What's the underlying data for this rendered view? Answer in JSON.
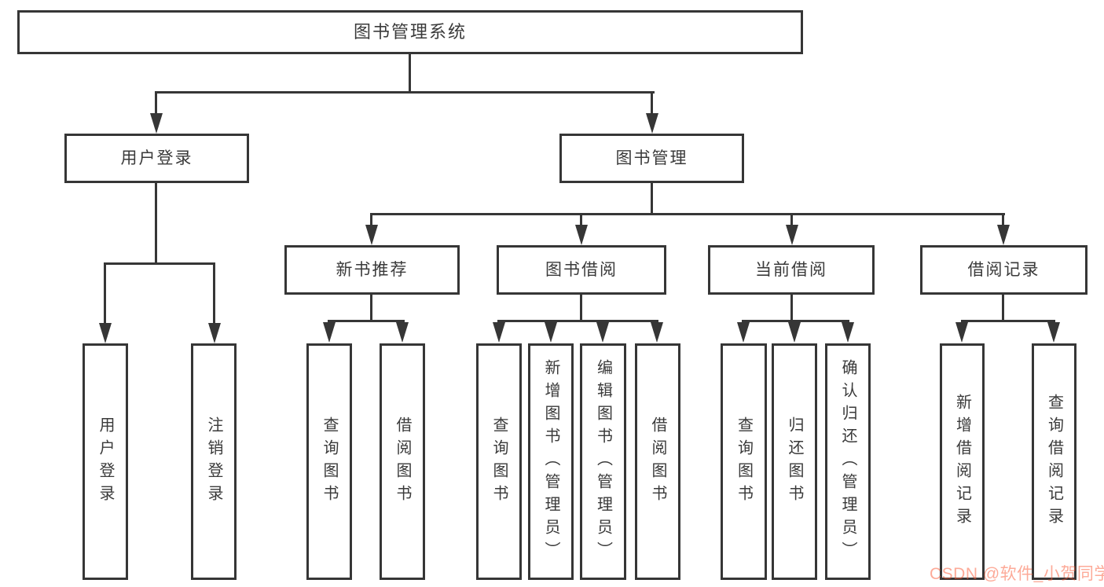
{
  "diagram": {
    "root": {
      "label": "图书管理系统"
    },
    "level2": {
      "user_login": {
        "label": "用户登录"
      },
      "book_mgmt": {
        "label": "图书管理"
      }
    },
    "level3": {
      "new_book": {
        "label": "新书推荐"
      },
      "book_borrow": {
        "label": "图书借阅"
      },
      "current_borrow": {
        "label": "当前借阅"
      },
      "borrow_record": {
        "label": "借阅记录"
      }
    },
    "leaves": {
      "user_login": [
        "用户登录",
        "注销登录"
      ],
      "new_book": [
        "查询图书",
        "借阅图书"
      ],
      "book_borrow": [
        "查询图书",
        "新增图书（管理员）",
        "编辑图书（管理员）",
        "借阅图书"
      ],
      "current_borrow": [
        "查询图书",
        "归还图书",
        "确认归还（管理员）"
      ],
      "borrow_record": [
        "新增借阅记录",
        "查询借阅记录"
      ]
    },
    "watermark": "CSDN @软件_小贺同学",
    "colors": {
      "line": "#363636",
      "text": "#3a3a3a",
      "watermark_accent": "#fc5531"
    }
  }
}
